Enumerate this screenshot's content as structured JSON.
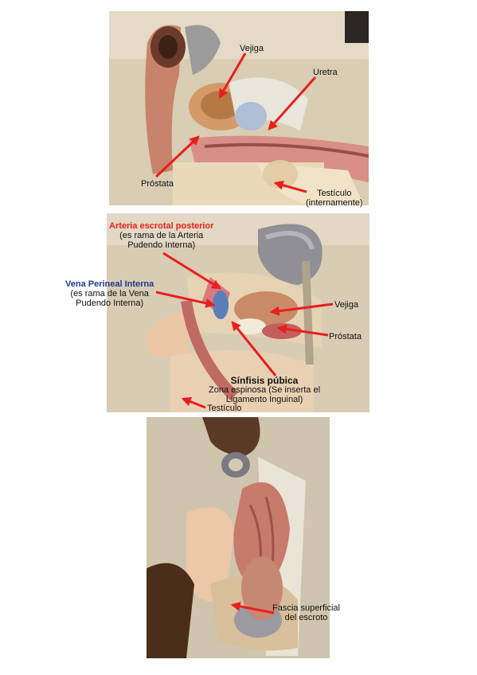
{
  "colors": {
    "arrow": "#e81f1f",
    "red_label": "#e8201e",
    "blue_label": "#1f3a8c"
  },
  "figure1": {
    "vejiga": "Vejiga",
    "uretra": "Uretra",
    "prostata": "Próstata",
    "testiculo": "Testículo",
    "testiculo_note": "(internamente)"
  },
  "figure2": {
    "arteria_title": "Arteria escrotal posterior",
    "arteria_line1": "(es rama de la Arteria",
    "arteria_line2": "Pudendo Interna)",
    "vena_title": "Vena Perineal Interna",
    "vena_line1": "(es rama de la Vena",
    "vena_line2": "Pudendo Interna)",
    "vejiga": "Vejiga",
    "prostata": "Próstata",
    "sinfisis_title": "Sínfisis púbica",
    "sinfisis_line1": "Zona espinosa (Se inserta el",
    "sinfisis_line2": "Ligamento Inguinal)",
    "testiculo": "Testículo"
  },
  "figure3": {
    "fascia_line1": "Fascia superficial",
    "fascia_line2": "del escroto"
  }
}
